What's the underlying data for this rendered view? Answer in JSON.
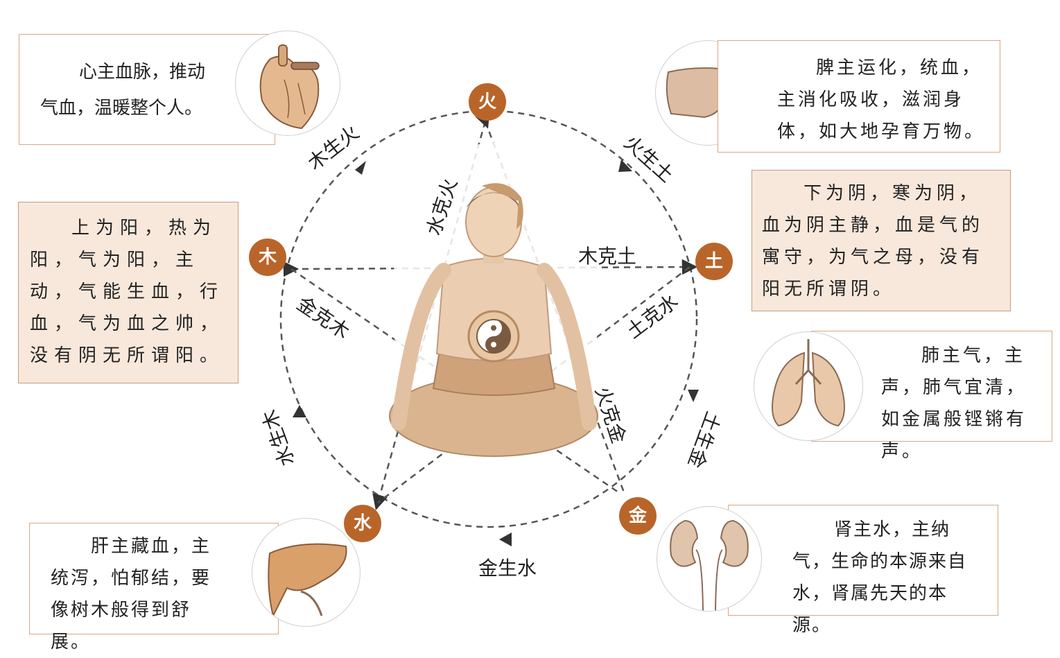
{
  "elements": {
    "fire": "火",
    "wood": "木",
    "earth": "土",
    "metal": "金",
    "water": "水"
  },
  "relations": {
    "wood_generates_fire": "木生火",
    "fire_generates_earth": "火生土",
    "earth_generates_metal": "土生金",
    "metal_generates_water": "金生水",
    "water_generates_wood": "水生木",
    "water_controls_fire": "水克火",
    "wood_controls_earth": "木克土",
    "metal_controls_wood": "金克木",
    "earth_controls_water": "土克水",
    "fire_controls_metal": "火克金"
  },
  "boxes": {
    "heart": "心主血脉，推动气血，温暖整个人。",
    "spleen": "脾主运化，统血，主消化吸收，滋润身体，如大地孕育万物。",
    "yang": "上为阳，热为阳，气为阳，主动，气能生血，行血，气为血之帅，没有阴无所谓阳。",
    "yin": "下为阴，寒为阴，血为阴主静，血是气的寓守，为气之母，没有阳无所谓阴。",
    "lung": "肺主气，主声，肺气宜清，如金属般铿锵有声。",
    "liver": "肝主藏血，主统泻，怕郁结，要像树木般得到舒展。",
    "kidney": "肾主水，主纳气，生命的本源来自水，肾属先天的本源。"
  },
  "colors": {
    "element_fill": "#b9652a",
    "tinted_box": "#f8e8dc",
    "box_border": "#d9a785"
  }
}
